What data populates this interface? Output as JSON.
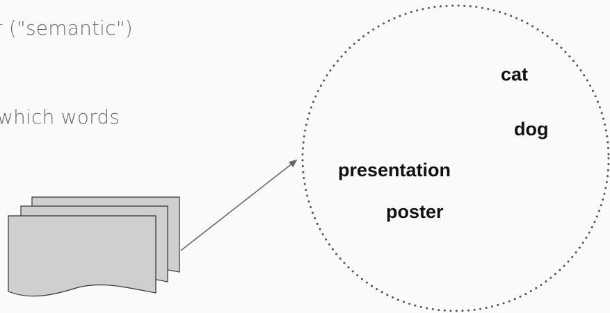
{
  "text_lines": {
    "line_1": "r (\"semantic\")",
    "line_2": "which words"
  },
  "space_words": {
    "cat": "cat",
    "dog": "dog",
    "presentation": "presentation",
    "poster": "poster"
  },
  "colors": {
    "background": "#fafafa",
    "body_text": "#6b6b6b",
    "word_text": "#111111",
    "document_fill": "#cfcfcf",
    "document_stroke": "#333333",
    "arrow": "#666666",
    "circle_dots": "#555555"
  },
  "icons": {
    "documents": "document-stack-icon",
    "arrow": "arrow-icon",
    "space": "dotted-circle"
  }
}
